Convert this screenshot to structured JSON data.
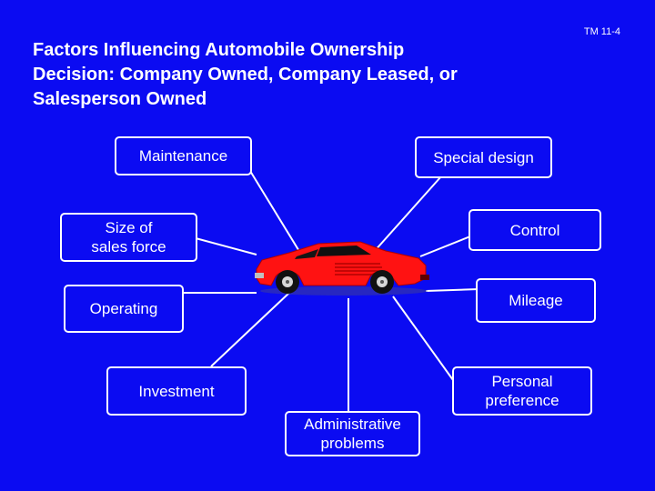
{
  "slide": {
    "tag": "TM 11-4",
    "title_lines": [
      "Factors Influencing Automobile Ownership",
      "Decision:  Company Owned, Company Leased, or",
      "Salesperson Owned"
    ]
  },
  "factors": {
    "maintenance": "Maintenance",
    "special_design": "Special design",
    "size_of_sales_force": "Size of\nsales force",
    "control": "Control",
    "operating": "Operating",
    "mileage": "Mileage",
    "investment": "Investment",
    "personal_preference": "Personal\npreference",
    "administrative_problems": "Administrative\nproblems"
  },
  "colors": {
    "background": "#0b0bf2",
    "text": "#ffffff",
    "car_body": "#ff1010"
  },
  "center_icon": "red-sports-car-icon"
}
